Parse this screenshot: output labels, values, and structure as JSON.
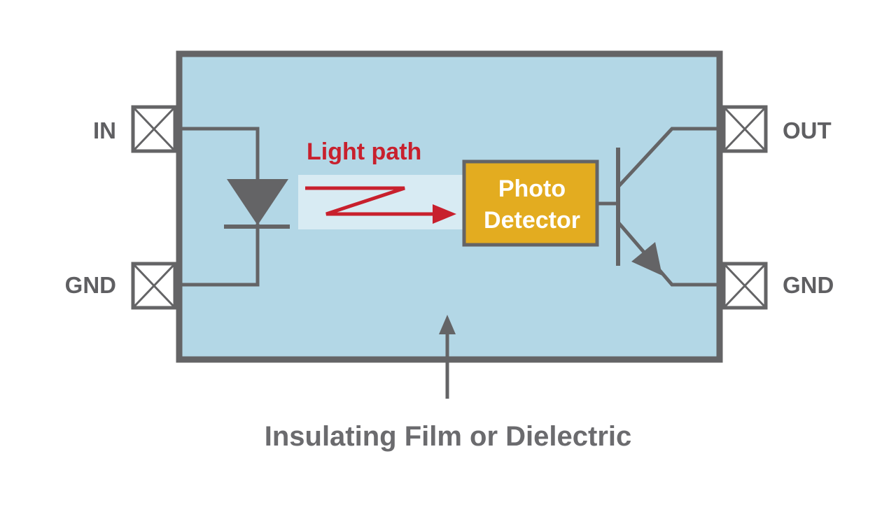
{
  "pins": {
    "in": "IN",
    "gnd_left": "GND",
    "out": "OUT",
    "gnd_right": "GND"
  },
  "light_path_label": "Light path",
  "detector": {
    "line1": "Photo",
    "line2": "Detector"
  },
  "caption": "Insulating Film or Dielectric",
  "colors": {
    "package_fill": "#b3d7e6",
    "package_border": "#646466",
    "light_band": "#d8ebf3",
    "light_path": "#c8202d",
    "detector_fill": "#e3ac20",
    "wire": "#646466"
  }
}
